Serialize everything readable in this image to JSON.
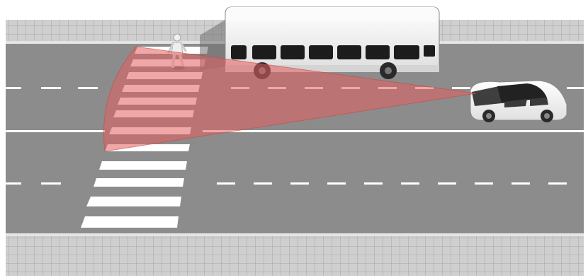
{
  "scene": {
    "colors": {
      "background": "#ffffff",
      "sidewalk": "#cfcfcf",
      "sidewalk_grid": "#a9a9a9",
      "curb": "#e2e2e2",
      "road": "#8c8c8c",
      "lane_marking": "#ffffff",
      "crosswalk_stripe": "#ffffff",
      "sensor_field": "#e35f5f",
      "bus_body": "#f4f4f4",
      "bus_window": "#1c1c1c",
      "car_body": "#f7f7f7",
      "car_window": "#222222",
      "tire": "#2a2a2a",
      "pedestrian": "#eeeeee"
    },
    "elements": {
      "sidewalk_top": "sidewalk",
      "sidewalk_bottom": "sidewalk",
      "road": "road",
      "lane_lines": "lane-marking",
      "crosswalk": "crosswalk",
      "bus": "bus",
      "car": "car",
      "pedestrian": "pedestrian",
      "sensor_field": "sensor-detection-zone"
    }
  }
}
